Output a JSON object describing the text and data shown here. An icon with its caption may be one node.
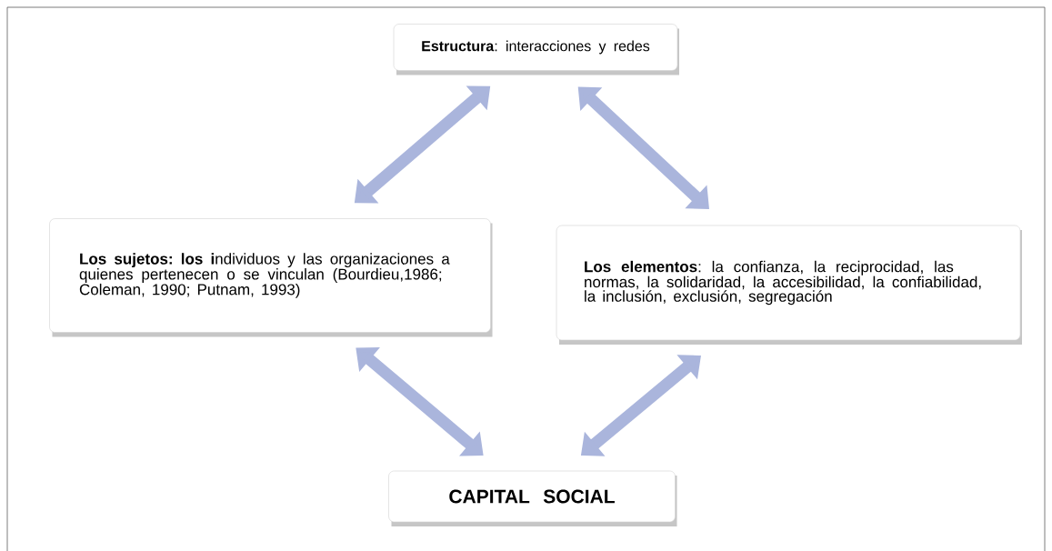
{
  "diagram": {
    "nodes": [
      {
        "text": [
          "**Estructura**: interacciones y redes"
        ]
      },
      {
        "text": [
          "**Los sujetos: los i**ndividuos y las organizaciones a quienes pertenecen o se vinculan (Bourdieu,1986; Coleman, 1990; Putnam, 1993)"
        ]
      },
      {
        "text": [
          "**Los elementos**: la confianza, la reciprocidad, las normas, la solidaridad, la accesibilidad, la confiabilidad, la inclusión, exclusión, segregación"
        ]
      },
      {
        "text": [
          "CAPITAL SOCIAL"
        ]
      }
    ],
    "edges": [
      {
        "from": 0,
        "to": 1,
        "arrow": "both"
      },
      {
        "from": 0,
        "to": 2,
        "arrow": "both"
      },
      {
        "from": 1,
        "to": 3,
        "arrow": "both"
      },
      {
        "from": 2,
        "to": 3,
        "arrow": "both"
      }
    ]
  }
}
